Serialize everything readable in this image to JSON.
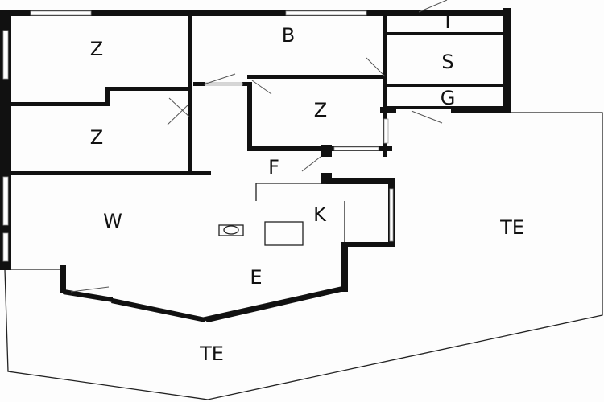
{
  "floor_plan": {
    "rooms": [
      {
        "id": "bedroom-1",
        "label": "Z"
      },
      {
        "id": "bedroom-2",
        "label": "Z"
      },
      {
        "id": "bedroom-3",
        "label": "Z"
      },
      {
        "id": "bathroom",
        "label": "B"
      },
      {
        "id": "toilet",
        "label": "T"
      },
      {
        "id": "storage",
        "label": "S"
      },
      {
        "id": "garage",
        "label": "G"
      },
      {
        "id": "hall",
        "label": "F"
      },
      {
        "id": "kitchen",
        "label": "K"
      },
      {
        "id": "living",
        "label": "W"
      },
      {
        "id": "dining",
        "label": "E"
      },
      {
        "id": "terrace-right",
        "label": "TE"
      },
      {
        "id": "terrace-bottom",
        "label": "TE"
      }
    ]
  }
}
